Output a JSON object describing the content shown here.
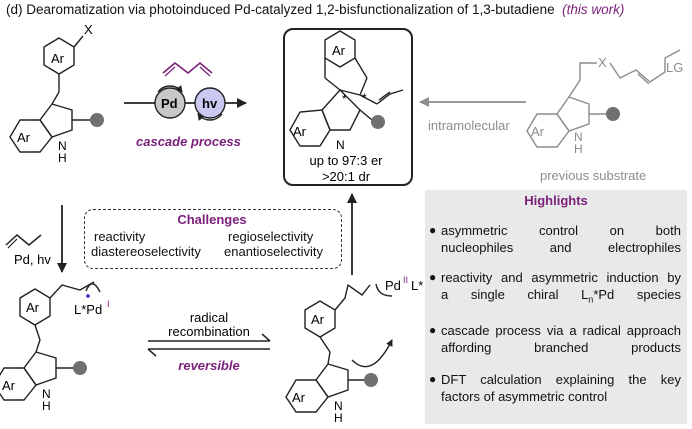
{
  "title": {
    "prefix": "(d) Dearomatization via photoinduced Pd-catalyzed 1,2-bisfunctionalization of 1,3-butadiene",
    "suffix": "(this work)"
  },
  "colors": {
    "accent_purple": "#7a1f7a",
    "grey": "#8c8c8c",
    "ball_grey": "#707070",
    "panel_bg": "#e9e9e9"
  },
  "substrate": {
    "ar_top": "Ar",
    "halogen": "X",
    "ar_indole": "Ar",
    "nh": "N",
    "h": "H"
  },
  "top_arrow": {
    "catalyst_pd": "Pd",
    "light_hv": "hv",
    "label": "cascade process"
  },
  "product": {
    "ar_top": "Ar",
    "ar_bottom": "Ar",
    "n": "N",
    "star1": "*",
    "star2": "*",
    "er": "up to 97:3 er",
    "dr": ">20:1 dr"
  },
  "previous": {
    "x": "X",
    "lg": "LG",
    "ar": "Ar",
    "n": "N",
    "h": "H",
    "arrow_label": "intramolecular",
    "caption": "previous substrate"
  },
  "left_arrow": {
    "reagents": "Pd, hv"
  },
  "challenges": {
    "title": "Challenges",
    "items": [
      "reactivity",
      "regioselectivity",
      "diastereoselectivity",
      "enantioselectivity"
    ]
  },
  "radical_intermediate": {
    "ar_top": "Ar",
    "ar_indole": "Ar",
    "n": "N",
    "h": "H",
    "pd_label": "L*Pd",
    "pd_ox": "I"
  },
  "equilibrium": {
    "top_label_1": "radical",
    "top_label_2": "recombination",
    "bottom_label": "reversible"
  },
  "pd_intermediate": {
    "ar_top": "Ar",
    "ar_indole": "Ar",
    "n": "N",
    "h": "H",
    "pd": "Pd",
    "pd_ox": "II",
    "ligand": "L*"
  },
  "highlights": {
    "title": "Highlights",
    "items": [
      {
        "line1": "asymmetric control on both",
        "line2": "nucleophiles and electrophiles"
      },
      {
        "line1": "reactivity and asymmetric induction by",
        "line2_pre": "a single chiral L",
        "line2_sub": "n",
        "line2_post": "*Pd species"
      },
      {
        "line1": "cascade process via a radical approach",
        "line2": "affording branched products"
      },
      {
        "line1": "DFT calculation explaining the key",
        "line2": "factors of asymmetric control"
      }
    ]
  }
}
